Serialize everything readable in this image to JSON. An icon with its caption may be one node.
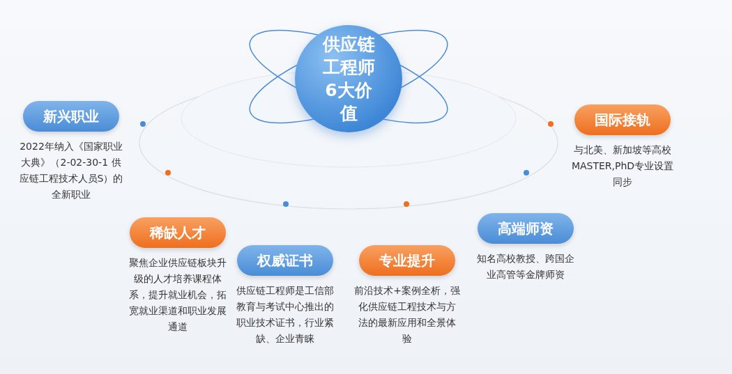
{
  "diagram": {
    "nodes": [
      {
        "text": [
          "供应链工程师6大价值"
        ]
      },
      {
        "text": [
          "新兴职业"
        ],
        "beside": [
          "2022年纳入《国家职业大典》（2-02-30-1 供应链工程技术人员S）的全新职业"
        ]
      },
      {
        "text": [
          "稀缺人才"
        ],
        "beside": [
          "聚焦企业供应链板块升级的人才培养课程体系，提升就业机会，拓宽就业渠道和职业发展通道"
        ]
      },
      {
        "text": [
          "权威证书"
        ],
        "beside": [
          "供应链工程师是工信部教育与考试中心推出的职业技术证书，行业紧缺、企业青睐"
        ]
      },
      {
        "text": [
          "专业提升"
        ],
        "beside": [
          "前沿技术+案例全析，强化供应链工程技术与方法的最新应用和全景体验"
        ]
      },
      {
        "text": [
          "高端师资"
        ],
        "beside": [
          "知名高校教授、跨国企业高管等金牌师资"
        ]
      },
      {
        "text": [
          "国际接轨"
        ],
        "beside": [
          "与北美、新加坡等高校MASTER,PhD专业设置同步"
        ]
      }
    ],
    "edges": []
  }
}
